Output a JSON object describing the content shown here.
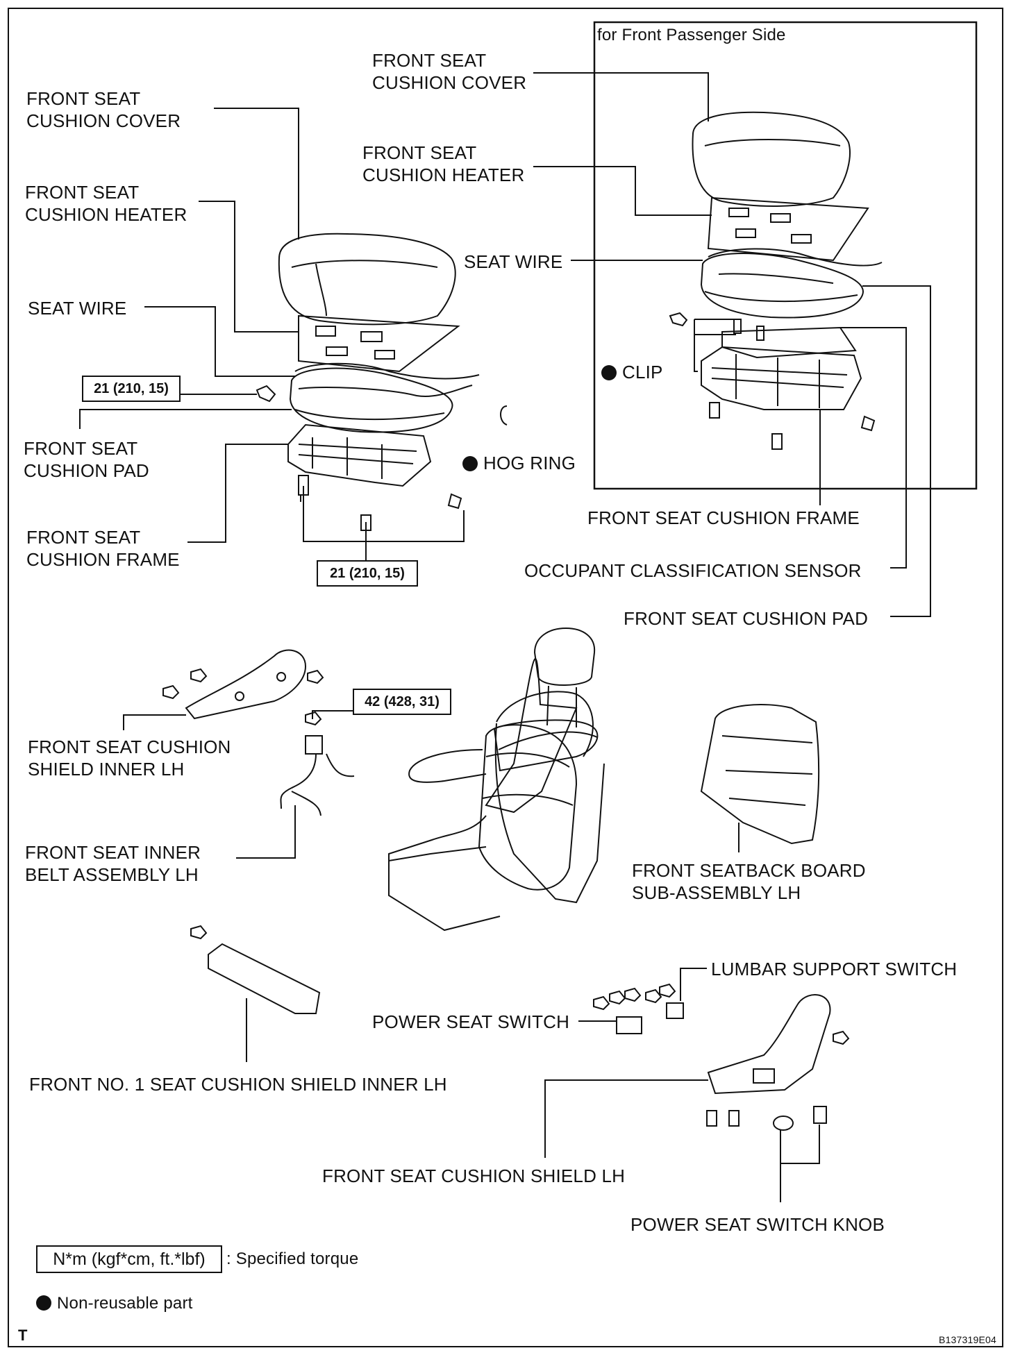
{
  "inset_title": "for Front Passenger Side",
  "labels": {
    "l_cover": "FRONT SEAT\nCUSHION COVER",
    "l_heater": "FRONT SEAT\nCUSHION HEATER",
    "l_wire": "SEAT WIRE",
    "l_pad": "FRONT SEAT\nCUSHION PAD",
    "l_frame": "FRONT SEAT\nCUSHION FRAME",
    "l_hog": "HOG RING",
    "r_cover": "FRONT SEAT\nCUSHION COVER",
    "r_heater": "FRONT SEAT\nCUSHION HEATER",
    "r_wire": "SEAT WIRE",
    "r_clip": "CLIP",
    "r_frame": "FRONT SEAT CUSHION FRAME",
    "r_sensor": "OCCUPANT CLASSIFICATION SENSOR",
    "r_pad": "FRONT SEAT CUSHION PAD",
    "shield_inner": "FRONT SEAT CUSHION\nSHIELD INNER LH",
    "inner_belt": "FRONT SEAT INNER\nBELT ASSEMBLY LH",
    "seatback_board": "FRONT SEATBACK BOARD\nSUB-ASSEMBLY LH",
    "lumbar": "LUMBAR SUPPORT SWITCH",
    "power_switch": "POWER SEAT SWITCH",
    "no1_shield": "FRONT NO. 1 SEAT CUSHION SHIELD INNER LH",
    "cushion_shield": "FRONT SEAT CUSHION SHIELD LH",
    "switch_knob": "POWER SEAT SWITCH KNOB"
  },
  "torques": {
    "t1": "21 (210, 15)",
    "t2": "21 (210, 15)",
    "t3": "42 (428, 31)"
  },
  "legend": {
    "torque_box": "N*m (kgf*cm, ft.*lbf)",
    "torque_text": ": Specified torque",
    "nonreusable": "Non-reusable part"
  },
  "corner_mark": "T",
  "figure_code": "B137319E04"
}
